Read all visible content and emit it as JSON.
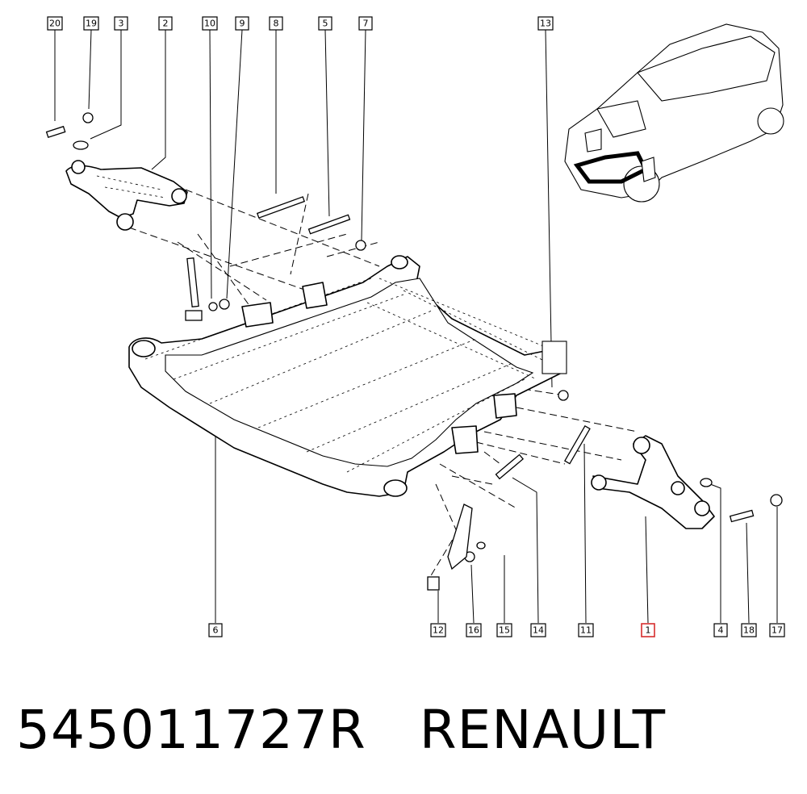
{
  "callouts": {
    "c20": "20",
    "c19": "19",
    "c3": "3",
    "c2": "2",
    "c10": "10",
    "c9": "9",
    "c8": "8",
    "c5": "5",
    "c7": "7",
    "c13": "13",
    "c6": "6",
    "c12": "12",
    "c16": "16",
    "c15": "15",
    "c14": "14",
    "c11": "11",
    "c1": "1",
    "c4": "4",
    "c18": "18",
    "c17": "17"
  },
  "highlighted_callout": "1",
  "highlight_color": "#d62d2d",
  "footer": {
    "part_number": "545011727R",
    "brand": "RENAULT"
  }
}
